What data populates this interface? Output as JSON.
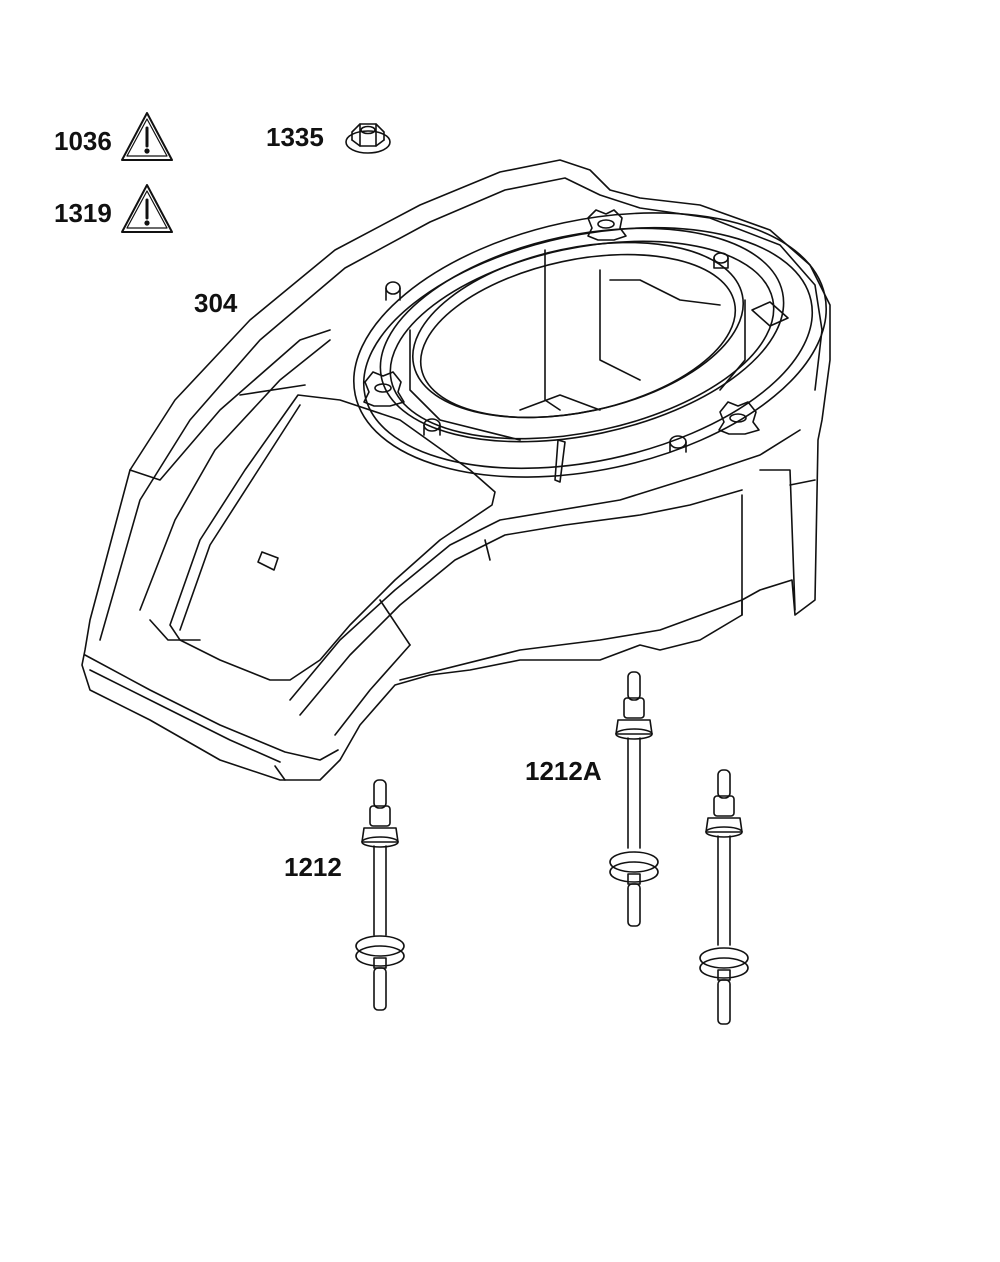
{
  "diagram": {
    "callouts": {
      "warning_1": "1036",
      "warning_2": "1319",
      "flange_nut": "1335",
      "blower_housing": "304",
      "stud_a": "1212A",
      "stud": "1212"
    },
    "icons": [
      "warning-triangle-icon",
      "warning-triangle-icon",
      "flange-nut-icon"
    ],
    "colors": {
      "line": "#111111",
      "background": "#ffffff"
    }
  }
}
